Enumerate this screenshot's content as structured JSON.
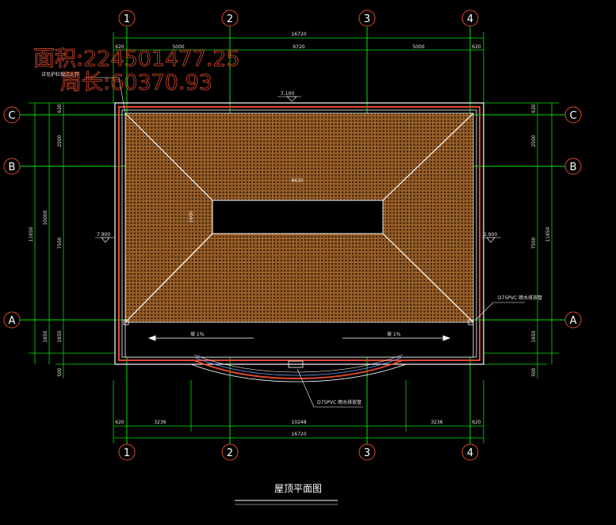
{
  "measurements": {
    "area_label": "面积:224501477.25",
    "perimeter_label": "周长:60370.93"
  },
  "grid_axes": {
    "columns": [
      "1",
      "2",
      "3",
      "4"
    ],
    "rows": [
      "C",
      "B",
      "A"
    ]
  },
  "dimensions": {
    "top_total": "16720",
    "top_overhang_left": "620",
    "top_overhang_right": "620",
    "top_span_left": "5000",
    "top_span_mid": "6720",
    "top_span_right": "5000",
    "bottom_total": "16720",
    "bottom_overhang_left": "620",
    "bottom_overhang_right": "620",
    "bottom_span_left": "3236",
    "bottom_span_mid": "10248",
    "bottom_span_right": "3236",
    "left_overhang_top": "620",
    "left_span_cb": "2500",
    "left_span_ba": "7500",
    "left_span_a": "1650",
    "left_bottom": "500",
    "left_sub_total": "10000",
    "left_total": "11650",
    "right_overhang_top": "620",
    "right_span_cb": "2500",
    "right_span_ba": "7500",
    "right_span_a": "1650",
    "right_bottom": "500",
    "right_total": "11650",
    "opening_width": "8630",
    "opening_height": "1600"
  },
  "annotations": {
    "elev_top": "7.100",
    "elev_left": "7.900",
    "elev_right": "2.900",
    "note_top_left": "详见护栏做法大样",
    "slope_left": "坡 1%",
    "slope_right": "坡 1%",
    "drain_right": "D75PVC 雨水排放管",
    "drain_bottom": "D75PVC 雨水排放管"
  },
  "drawing_title": "屋顶平面图",
  "colors": {
    "background": "#000000",
    "grid_line": "#00e000",
    "outline": "#ffffff",
    "roof_edge": "#e0492b",
    "tile": "#c87a2e",
    "gutter": "#6fa3ff",
    "stats_text": "#e0492b"
  }
}
